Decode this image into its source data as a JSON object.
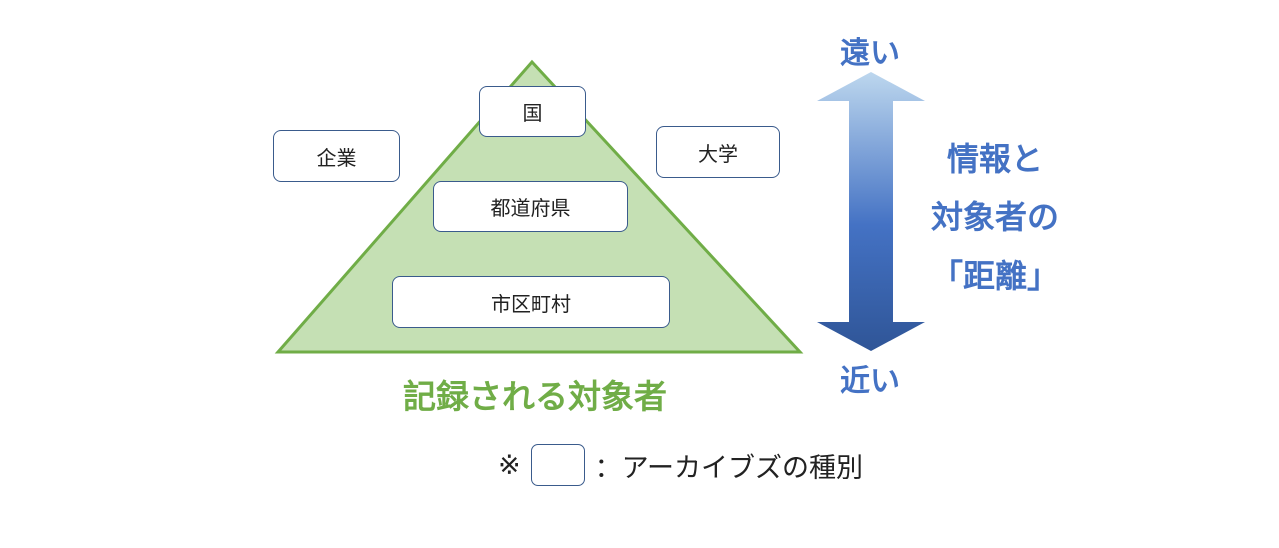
{
  "colors": {
    "pyramid_fill": "#c5e0b4",
    "pyramid_stroke": "#70ad47",
    "caption_green": "#70ad47",
    "label_blue": "#4472c4",
    "arrow_top": "#bdd7ee",
    "arrow_bottom": "#2f5597",
    "box_border": "#3a5b8c"
  },
  "pyramid": {
    "levels": [
      "国",
      "都道府県",
      "市区町村"
    ],
    "caption": "記録される対象者"
  },
  "outside_boxes": {
    "left": "企業",
    "right": "大学"
  },
  "distance_axis": {
    "far_label": "遠い",
    "near_label": "近い",
    "description_lines": [
      "情報と",
      "対象者の",
      "「距離」"
    ]
  },
  "note": {
    "mark": "※",
    "text": "：アーカイブズの種別"
  }
}
